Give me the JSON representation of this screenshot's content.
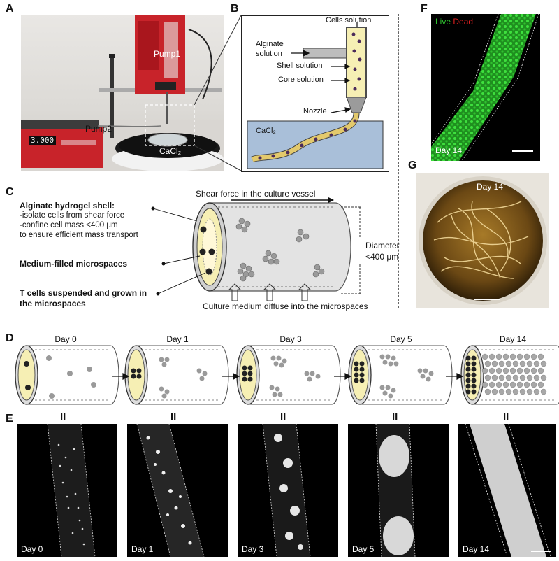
{
  "panels": {
    "A": "A",
    "B": "B",
    "C": "C",
    "D": "D",
    "E": "E",
    "F": "F",
    "G": "G"
  },
  "panelA": {
    "pump1": "Pump1",
    "pump2": "Pump2",
    "cacl2": "CaCl₂",
    "lcd": "3.000"
  },
  "panelB": {
    "cells_solution": "Cells solution",
    "alginate_solution_1": "Alginate",
    "alginate_solution_2": "solution",
    "shell_solution": "Shell solution",
    "core_solution": "Core solution",
    "nozzle": "Nozzle",
    "cacl2": "CaCl₂"
  },
  "panelC": {
    "shear_force": "Shear force in the culture vessel",
    "shell_title": "Alginate hydrogel shell:",
    "shell_line1": "-isolate cells from shear force",
    "shell_line2": "-confine cell mass <400 μm",
    "shell_line3": " to ensure  efficient mass transport",
    "microspaces": "Medium-filled microspaces",
    "tcells_1": "T cells suspended and grown in",
    "tcells_2": "the microspaces",
    "diameter_1": "Diameter",
    "diameter_2": "<400 μm",
    "diffuse": "Culture medium diffuse into the microspaces"
  },
  "panelD": {
    "days": [
      "Day 0",
      "Day 1",
      "Day 3",
      "Day 5",
      "Day 14"
    ]
  },
  "panelE": {
    "days": [
      "Day 0",
      "Day 1",
      "Day 3",
      "Day 5",
      "Day 14"
    ],
    "equiv": "II"
  },
  "panelF": {
    "live": "Live",
    "dead": "Dead",
    "day": "Day 14"
  },
  "panelG": {
    "day": "Day 14"
  },
  "colors": {
    "live": "#2fc12f",
    "dead": "#e02020",
    "pump_red": "#cc1f1f",
    "bath_blue": "#a9bfd9",
    "shell_yellow": "#f6efb4"
  }
}
